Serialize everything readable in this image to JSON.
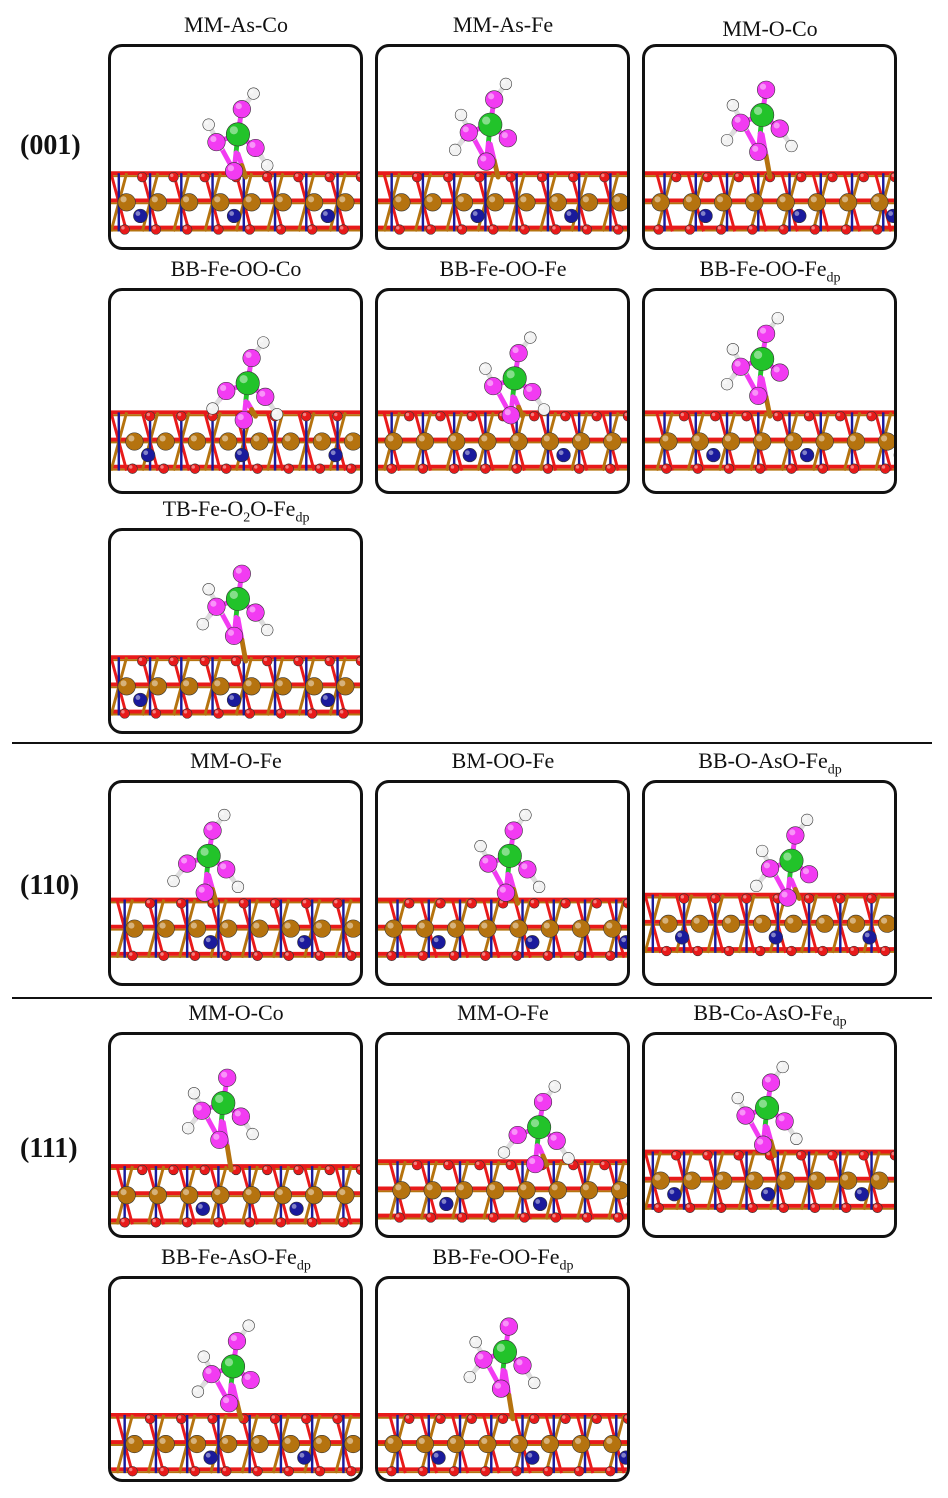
{
  "facets": [
    "(001)",
    "(110)",
    "(111)"
  ],
  "panels": [
    {
      "facet": "(001)",
      "text": "MM-As-Co",
      "sub": ""
    },
    {
      "facet": "(001)",
      "text": "MM-As-Fe",
      "sub": ""
    },
    {
      "facet": "(001)",
      "text": "MM-O-Co",
      "sub": ""
    },
    {
      "facet": "(001)",
      "text": "BB-Fe-OO-Co",
      "sub": ""
    },
    {
      "facet": "(001)",
      "text": "BB-Fe-OO-Fe",
      "sub": ""
    },
    {
      "facet": "(001)",
      "text": "BB-Fe-OO-Fe",
      "sub": "dp"
    },
    {
      "facet": "(001)",
      "text": "TB-Fe-O",
      "mid": "2",
      "tail": "O-Fe",
      "sub": "dp"
    },
    {
      "facet": "(110)",
      "text": "MM-O-Fe",
      "sub": ""
    },
    {
      "facet": "(110)",
      "text": "BM-OO-Fe",
      "sub": ""
    },
    {
      "facet": "(110)",
      "text": "BB-O-AsO-Fe",
      "sub": "dp"
    },
    {
      "facet": "(111)",
      "text": "MM-O-Co",
      "sub": ""
    },
    {
      "facet": "(111)",
      "text": "MM-O-Fe",
      "sub": ""
    },
    {
      "facet": "(111)",
      "text": "BB-Co-AsO-Fe",
      "sub": "dp"
    },
    {
      "facet": "(111)",
      "text": "BB-Fe-AsO-Fe",
      "sub": "dp"
    },
    {
      "facet": "(111)",
      "text": "BB-Fe-OO-Fe",
      "sub": "dp"
    }
  ],
  "colors": {
    "fe": "#b5730f",
    "o": "#e81a1a",
    "co": "#1a1a9c",
    "as": "#22c32a",
    "oh_o": "#f23bf2",
    "h": "#f2f2f2"
  }
}
